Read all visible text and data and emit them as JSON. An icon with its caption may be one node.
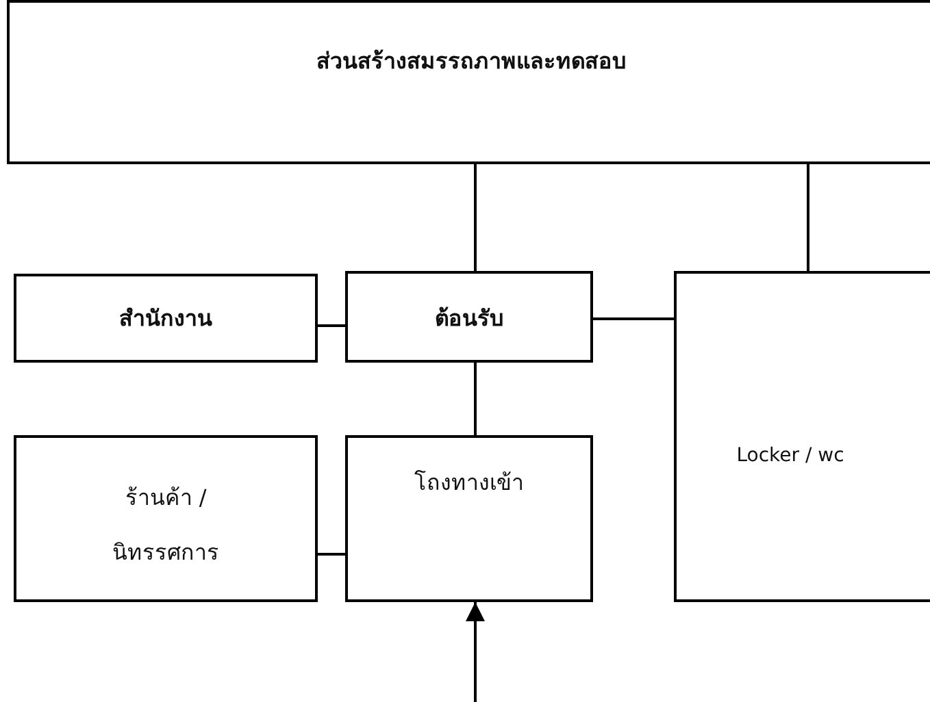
{
  "diagram": {
    "nodes": [
      {
        "text": [
          "ส่วนสร้างสมรรถภาพและทดสอบ"
        ]
      },
      {
        "text": [
          "สำนักงาน"
        ]
      },
      {
        "text": [
          "ต้อนรับ"
        ]
      },
      {
        "text": [
          "Locker / wc"
        ]
      },
      {
        "text": [
          "ร้านค้า / นิทรรศการ"
        ]
      },
      {
        "text": [
          "โถงทางเข้า"
        ]
      }
    ],
    "edges": [
      {
        "from": 0,
        "to": 2,
        "arrow": "none"
      },
      {
        "from": 0,
        "to": 3,
        "arrow": "none"
      },
      {
        "from": 1,
        "to": 2,
        "arrow": "none"
      },
      {
        "from": 2,
        "to": 3,
        "arrow": "none"
      },
      {
        "from": 2,
        "to": 5,
        "arrow": "none"
      },
      {
        "from": 4,
        "to": 5,
        "arrow": "none"
      },
      {
        "from": null,
        "to": 5,
        "arrow": "to"
      }
    ]
  }
}
